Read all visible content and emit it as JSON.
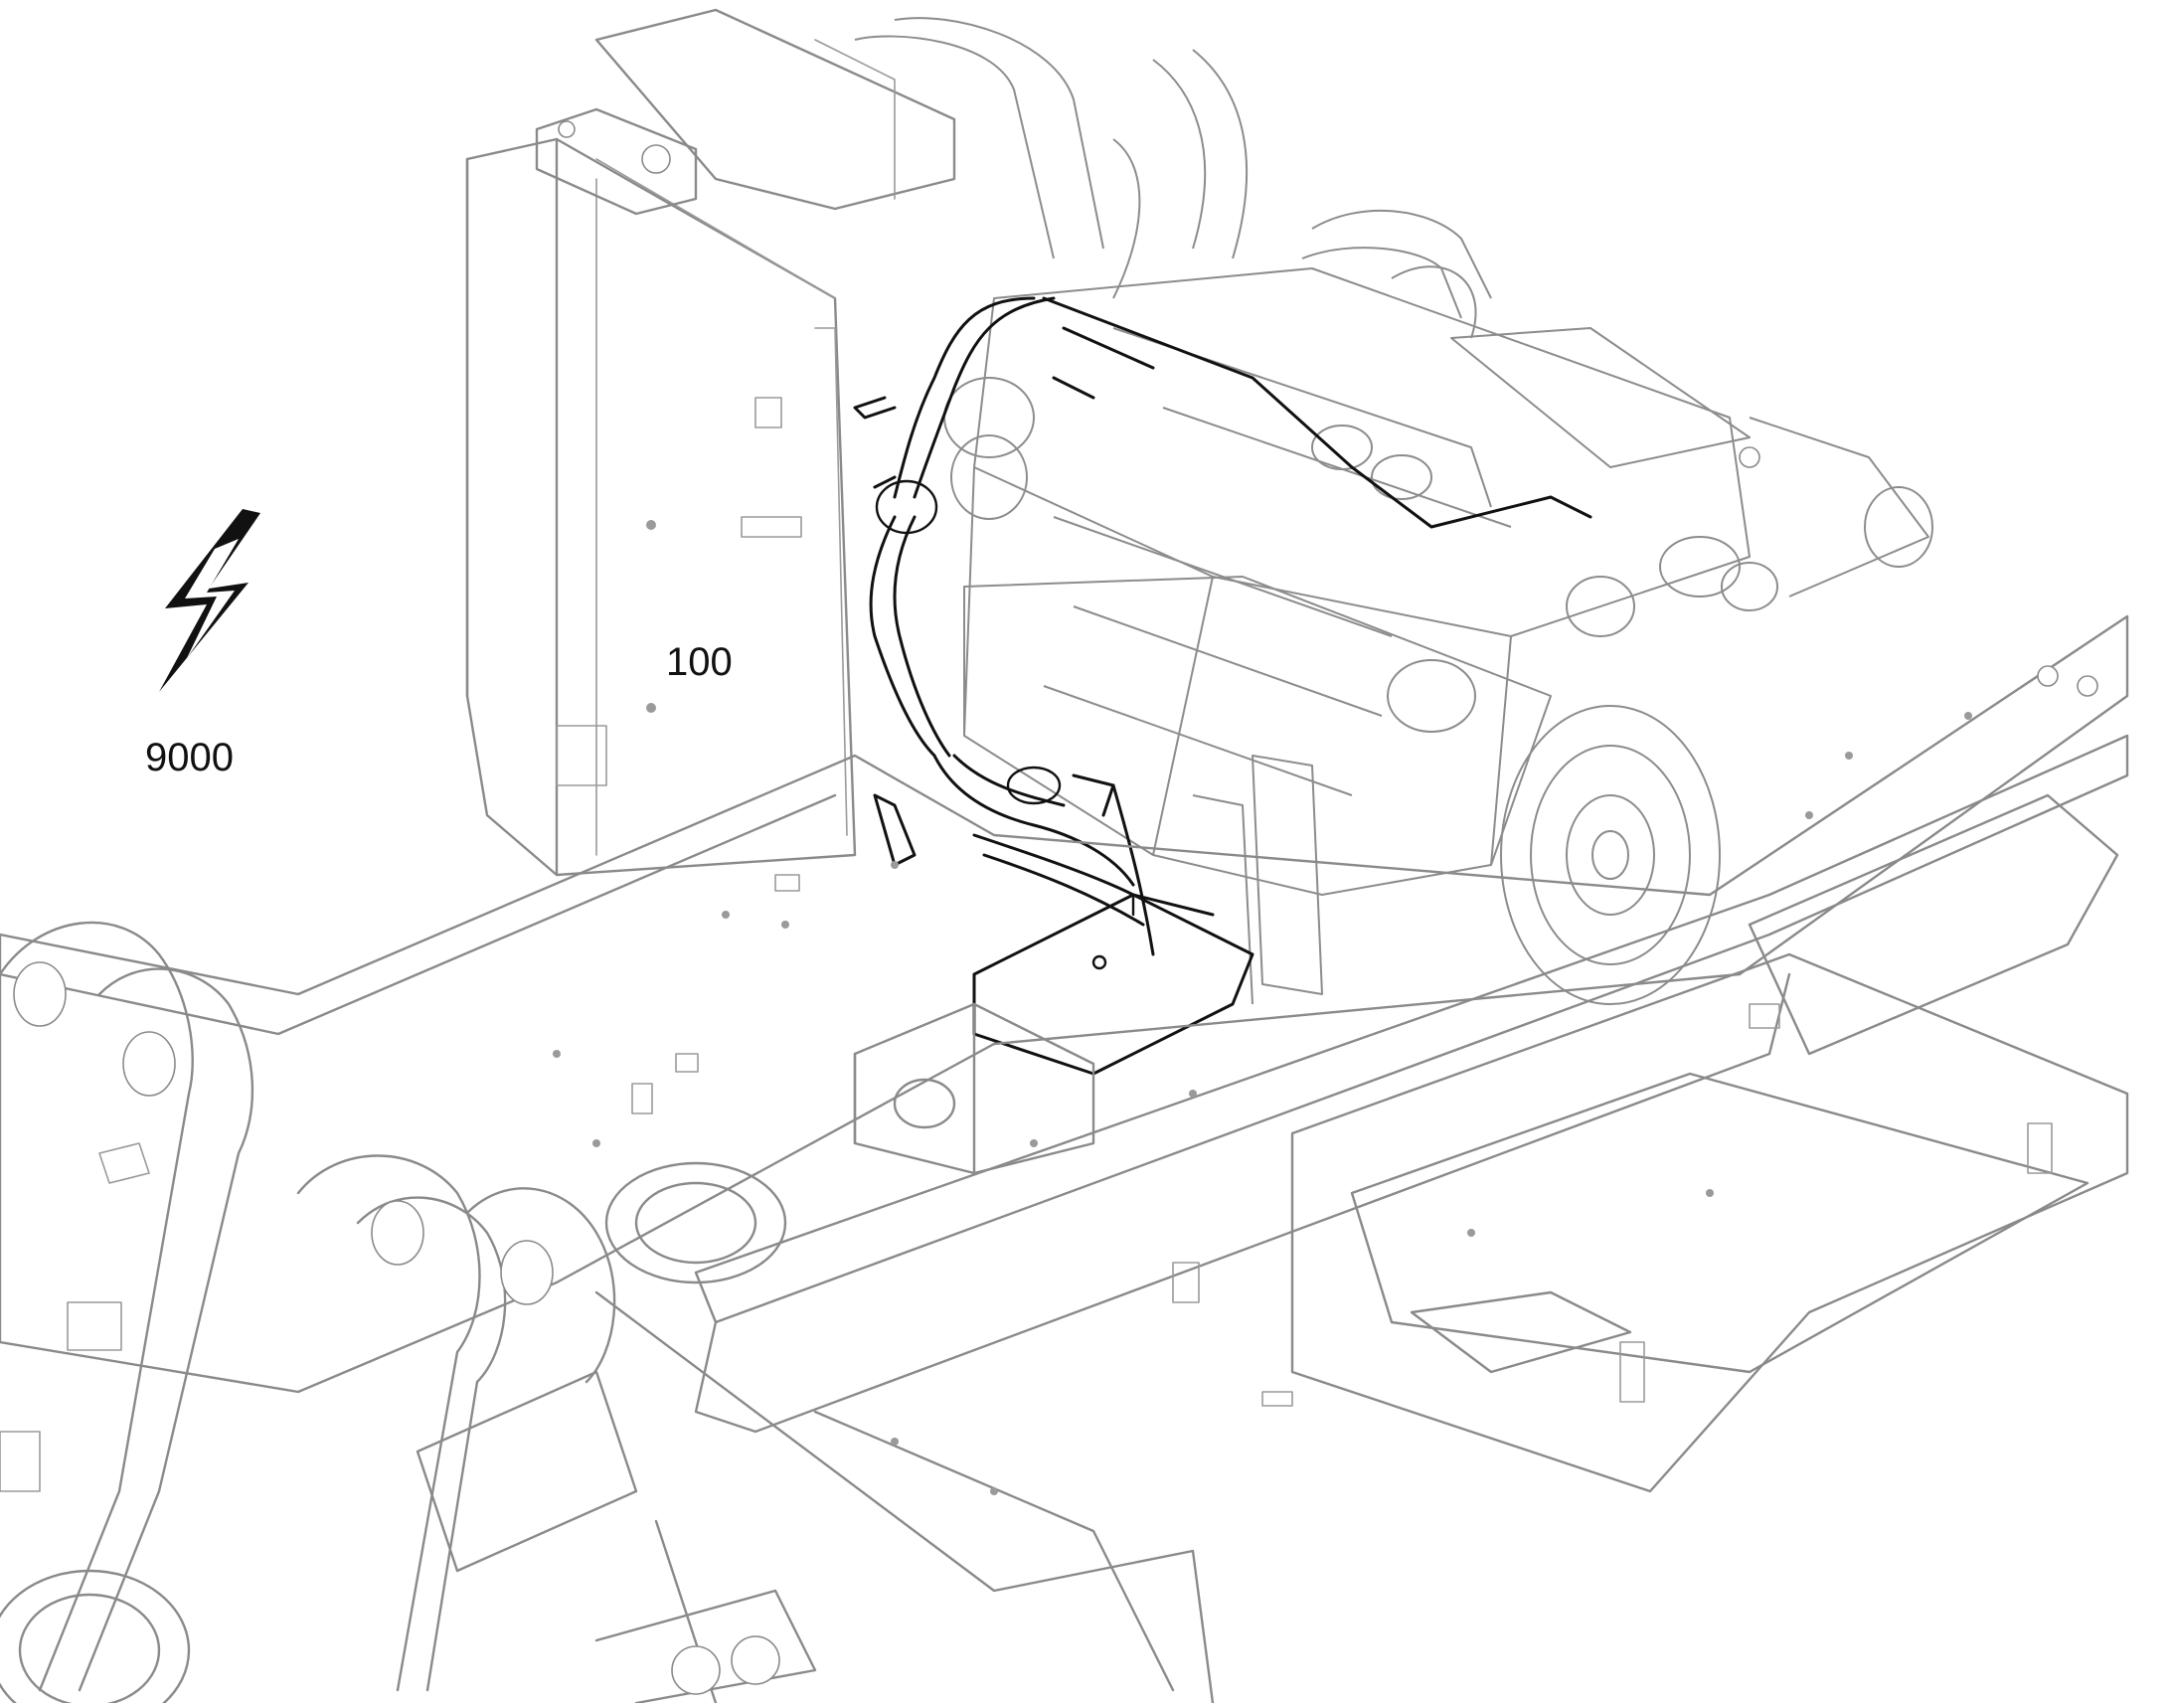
{
  "diagram": {
    "callouts": [
      {
        "id": "100",
        "text": "100"
      },
      {
        "id": "9000",
        "text": "9000"
      }
    ],
    "symbols": [
      {
        "name": "electrical-lightning-symbol"
      }
    ],
    "colors": {
      "background": "#ffffff",
      "context_lines": "#8a8a8a",
      "highlighted_harness": "#111111",
      "label_text": "#111111"
    }
  }
}
